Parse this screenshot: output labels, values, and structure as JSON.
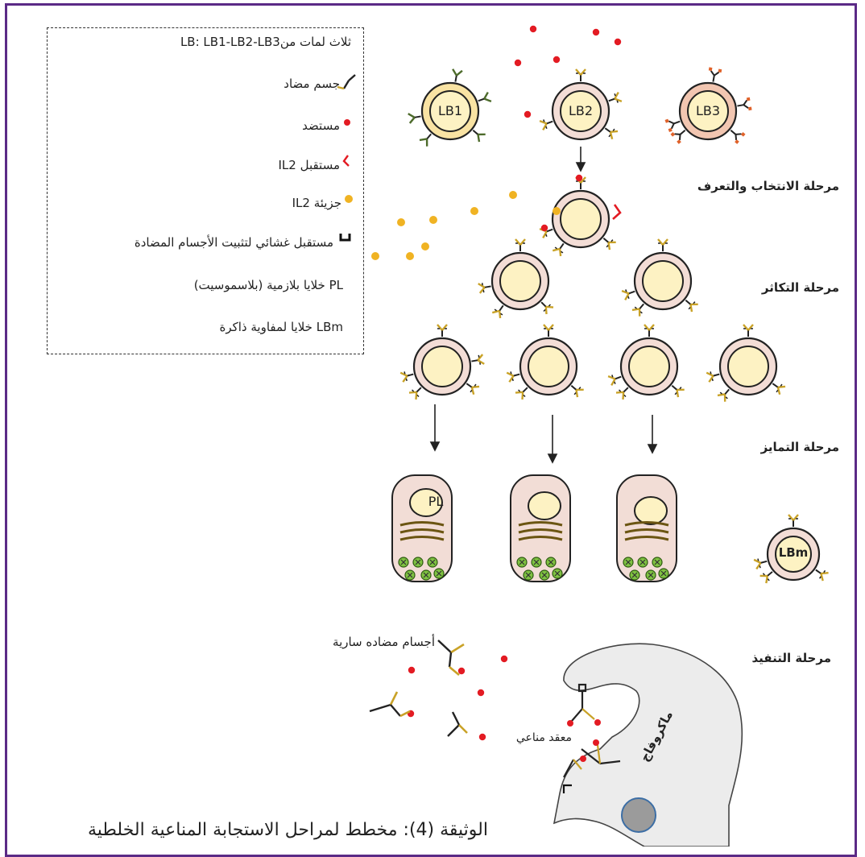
{
  "legend": {
    "title": "ثلاث لمات منLB: LB1-LB2-LB3",
    "items": [
      {
        "icon": "antibody-icon",
        "label": "جسم مضاد"
      },
      {
        "icon": "antigen-icon",
        "label": "مستضد"
      },
      {
        "icon": "il2-receptor-icon",
        "label": "مستقبل IL2"
      },
      {
        "icon": "il2-molecule-icon",
        "label": "جزيئة IL2"
      },
      {
        "icon": "membrane-receptor-icon",
        "label": "مستقبل غشائي لتثبيت الأجسام المضادة"
      },
      {
        "icon": "",
        "label": "PL خلايا بلازمية (بلاسموسيت)"
      },
      {
        "icon": "",
        "label": "LBm خلايا لمفاوية ذاكرة"
      }
    ]
  },
  "cells": {
    "lb1": "LB1",
    "lb2": "LB2",
    "lb3": "LB3",
    "pl": "PL",
    "lbm": "LBm"
  },
  "stages": {
    "selection": "مرحلة الانتخاب والتعرف",
    "proliferation": "مرحلة التكاثر",
    "differentiation": "مرحلة التمايز",
    "execution": "مرحلة التنفيذ"
  },
  "labels": {
    "circulating_antibodies": "أجسام مضاده سارية",
    "immune_complex": "معقد مناعي",
    "macrophage": "ماكروفاج"
  },
  "caption": "الوثيقة (4): مخطط لمراحل الاستجابة المناعية الخلطية",
  "colors": {
    "antigen": "#e31b23",
    "il2": "#f0b323",
    "antibody_tip": "#c9a227",
    "lb1": "#f9e3a3",
    "lb2": "#f3ddd6",
    "lb3": "#f2c6b1",
    "nucleus": "#fdf2c3",
    "plasma": "#f2ddd6",
    "macrophage": "#ececec"
  }
}
